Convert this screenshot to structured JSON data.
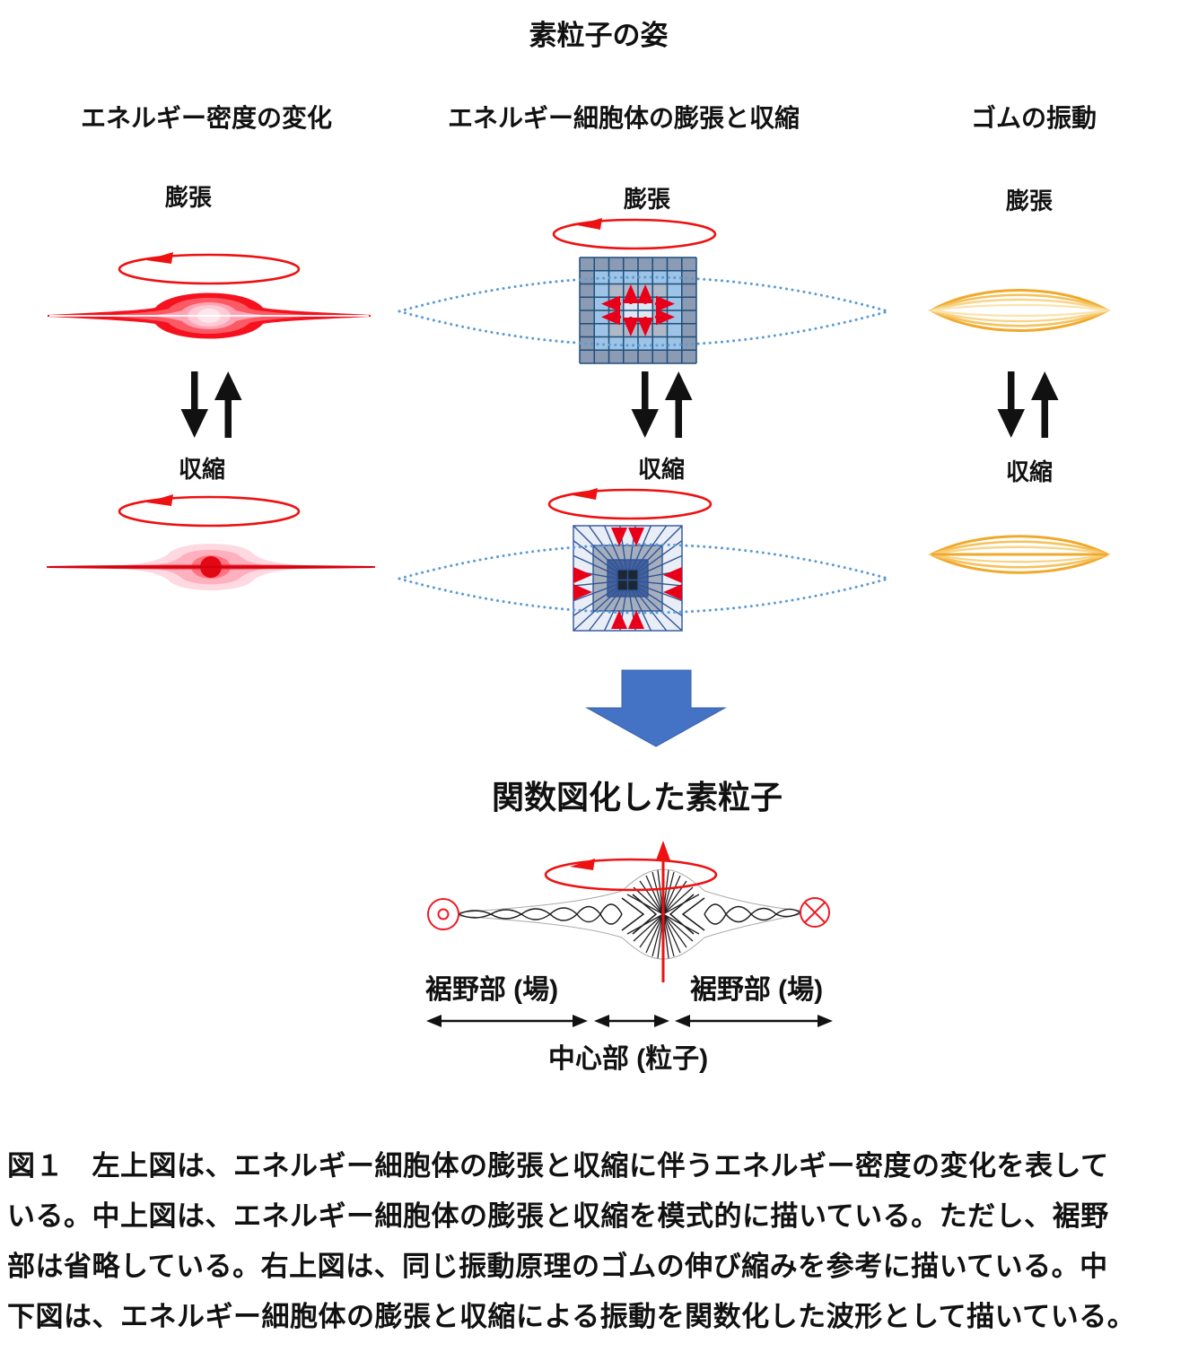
{
  "title": "素粒子の姿",
  "columns": [
    {
      "id": "energy-density",
      "header": "エネルギー密度の変化",
      "expand_label": "膨張",
      "contract_label": "収縮"
    },
    {
      "id": "energy-cell",
      "header": "エネルギー細胞体の膨張と収縮",
      "expand_label": "膨張",
      "contract_label": "収縮"
    },
    {
      "id": "rubber",
      "header": "ゴムの振動",
      "expand_label": "膨張",
      "contract_label": "収縮"
    }
  ],
  "function_diagram": {
    "heading": "関数図化した素粒子",
    "left_field_label": "裾野部 (場)",
    "right_field_label": "裾野部 (場)",
    "center_label": "中心部 (粒子)"
  },
  "caption": {
    "lines": [
      "図１　左上図は、エネルギー細胞体の膨張と収縮に伴うエネルギー密度の変化を表して",
      "いる。中上図は、エネルギー細胞体の膨張と収縮を模式的に描いている。ただし、裾野",
      "部は省略している。右上図は、同じ振動原理のゴムの伸び縮みを参考に描いている。中",
      "下図は、エネルギー細胞体の膨張と収縮による振動を関数化した波形として描いている。"
    ]
  },
  "colors": {
    "accent_red": "#ee1111",
    "arrow_red": "#e8001b",
    "navy_border": "#1f4e79",
    "tunnel_border": "#2f5597",
    "dotted_blue": "#5b9bd5",
    "block_arrow_blue": "#4472c4",
    "rubber_amber": "#f0a92b",
    "text_black": "#111111"
  }
}
